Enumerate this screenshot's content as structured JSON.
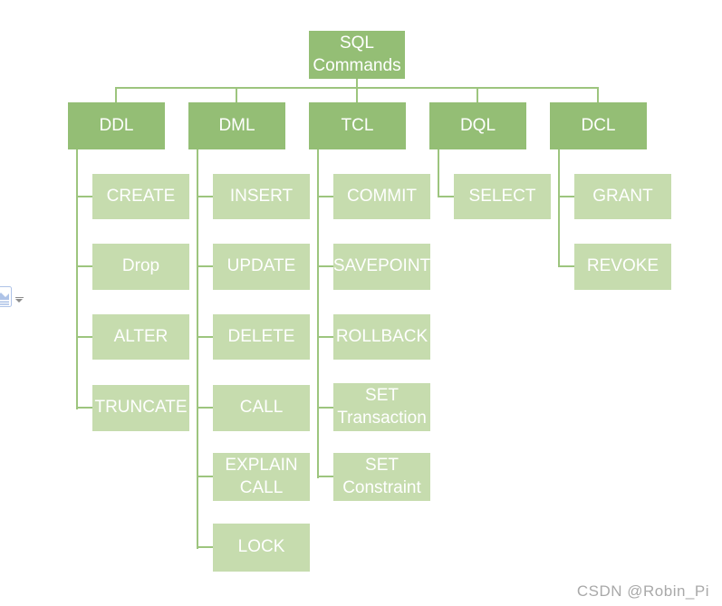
{
  "colors": {
    "page_background": "#ffffff",
    "node_primary": "#94be75",
    "node_secondary": "#c6dcae",
    "connector": "#9dc57e",
    "text": "#ffffff",
    "watermark": "#a9a9a9",
    "anchor_icon_blue": "#aec3e7",
    "dropdown_arrow_gray": "#8c8c8c"
  },
  "diagram": {
    "root": {
      "label": "SQL Commands"
    },
    "branches": [
      {
        "label": "DDL",
        "children": [
          "CREATE",
          "Drop",
          "ALTER",
          "TRUNCATE"
        ]
      },
      {
        "label": "DML",
        "children": [
          "INSERT",
          "UPDATE",
          "DELETE",
          "CALL",
          "EXPLAIN CALL",
          "LOCK"
        ]
      },
      {
        "label": "TCL",
        "children": [
          "COMMIT",
          "SAVEPOINT",
          "ROLLBACK",
          "SET Transaction",
          "SET Constraint"
        ]
      },
      {
        "label": "DQL",
        "children": [
          "SELECT"
        ]
      },
      {
        "label": "DCL",
        "children": [
          "GRANT",
          "REVOKE"
        ]
      }
    ]
  },
  "icons": {
    "layout_options": "layout-options-icon",
    "dropdown": "chevron-down-icon"
  },
  "watermark": {
    "text": "CSDN @Robin_Pi"
  }
}
